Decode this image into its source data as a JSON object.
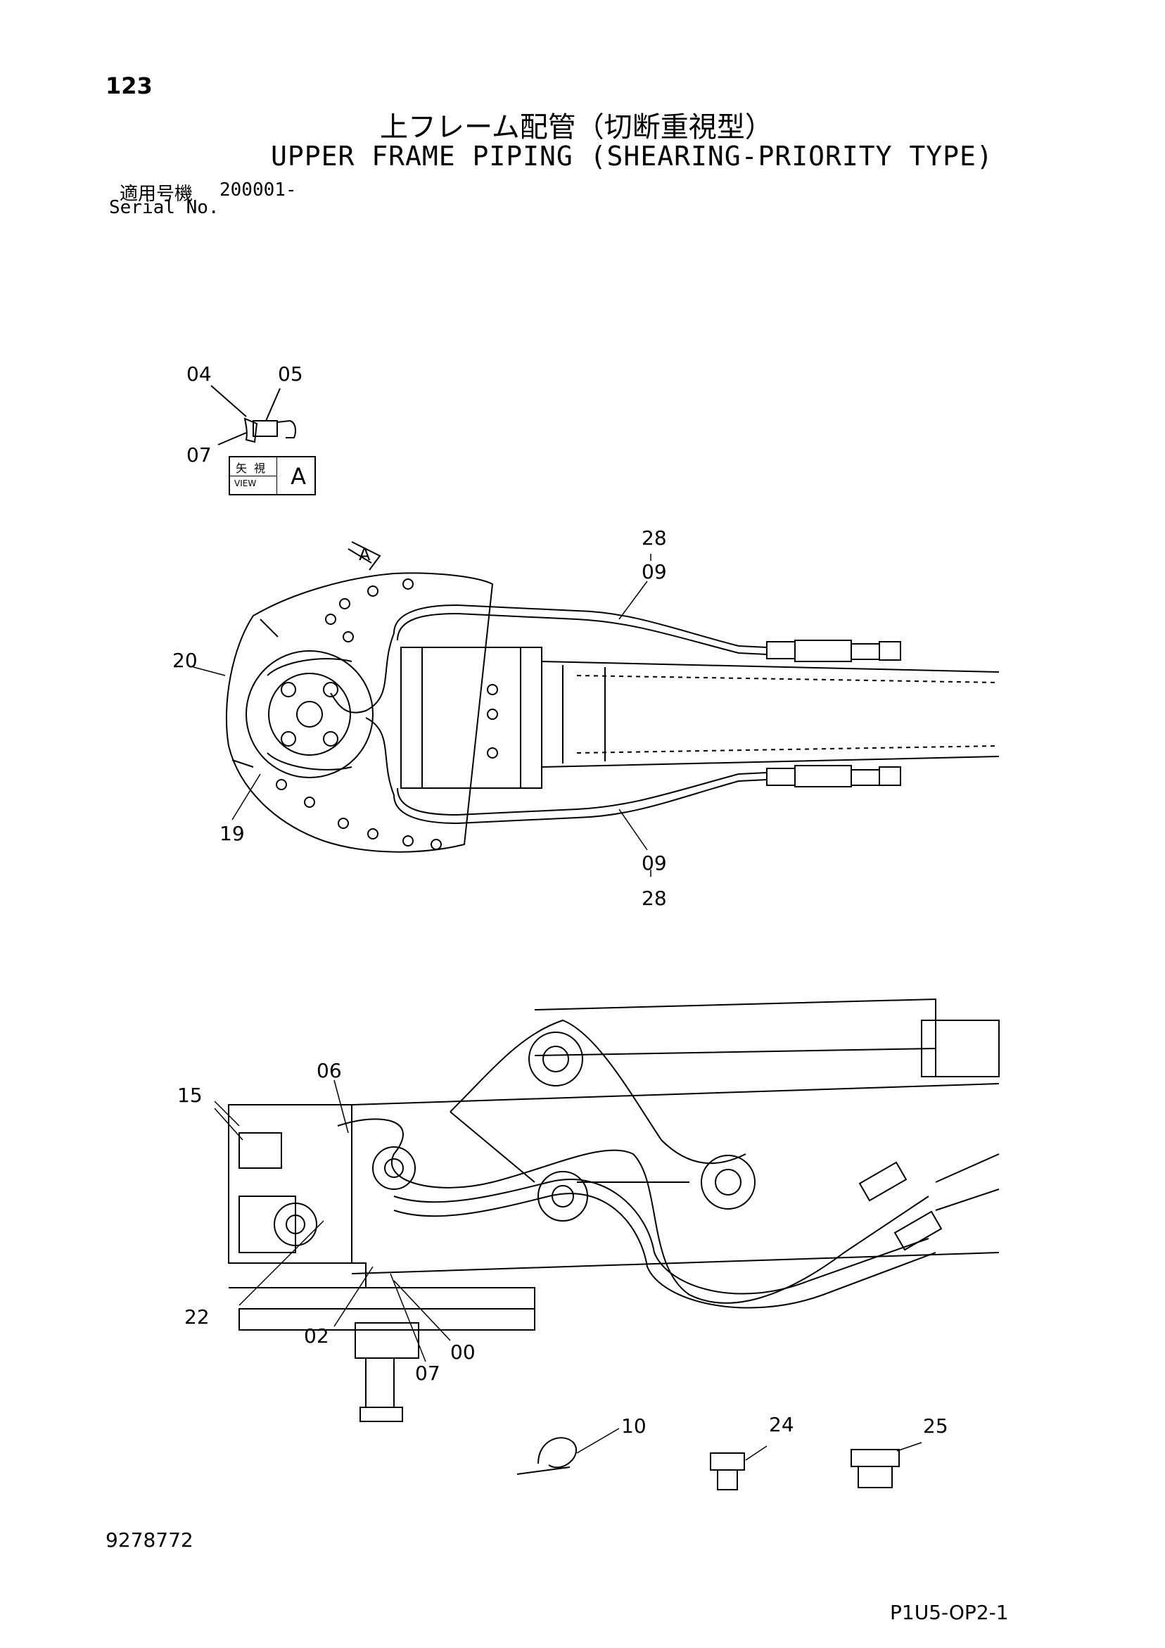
{
  "page_number": "123",
  "title_jp": "上フレーム配管（切断重視型）",
  "title_en": "UPPER FRAME PIPING (SHEARING-PRIORITY TYPE)",
  "serial": {
    "label_jp": "適用号機",
    "value": "200001-",
    "label_en": "Serial No."
  },
  "view_label": {
    "kanji": "矢視",
    "english": "VIEW",
    "letter": "A"
  },
  "view_marker_letter": "A",
  "callouts": {
    "c04": "04",
    "c05": "05",
    "c07a": "07",
    "c28a": "28",
    "c09a": "09",
    "c20": "20",
    "c19": "19",
    "c09b": "09",
    "c28b": "28",
    "c06": "06",
    "c15": "15",
    "c22": "22",
    "c02": "02",
    "c00": "00",
    "c07b": "07",
    "c10": "10",
    "c24": "24",
    "c25": "25"
  },
  "document_number": "9278772",
  "sheet_code": "P1U5-OP2-1"
}
